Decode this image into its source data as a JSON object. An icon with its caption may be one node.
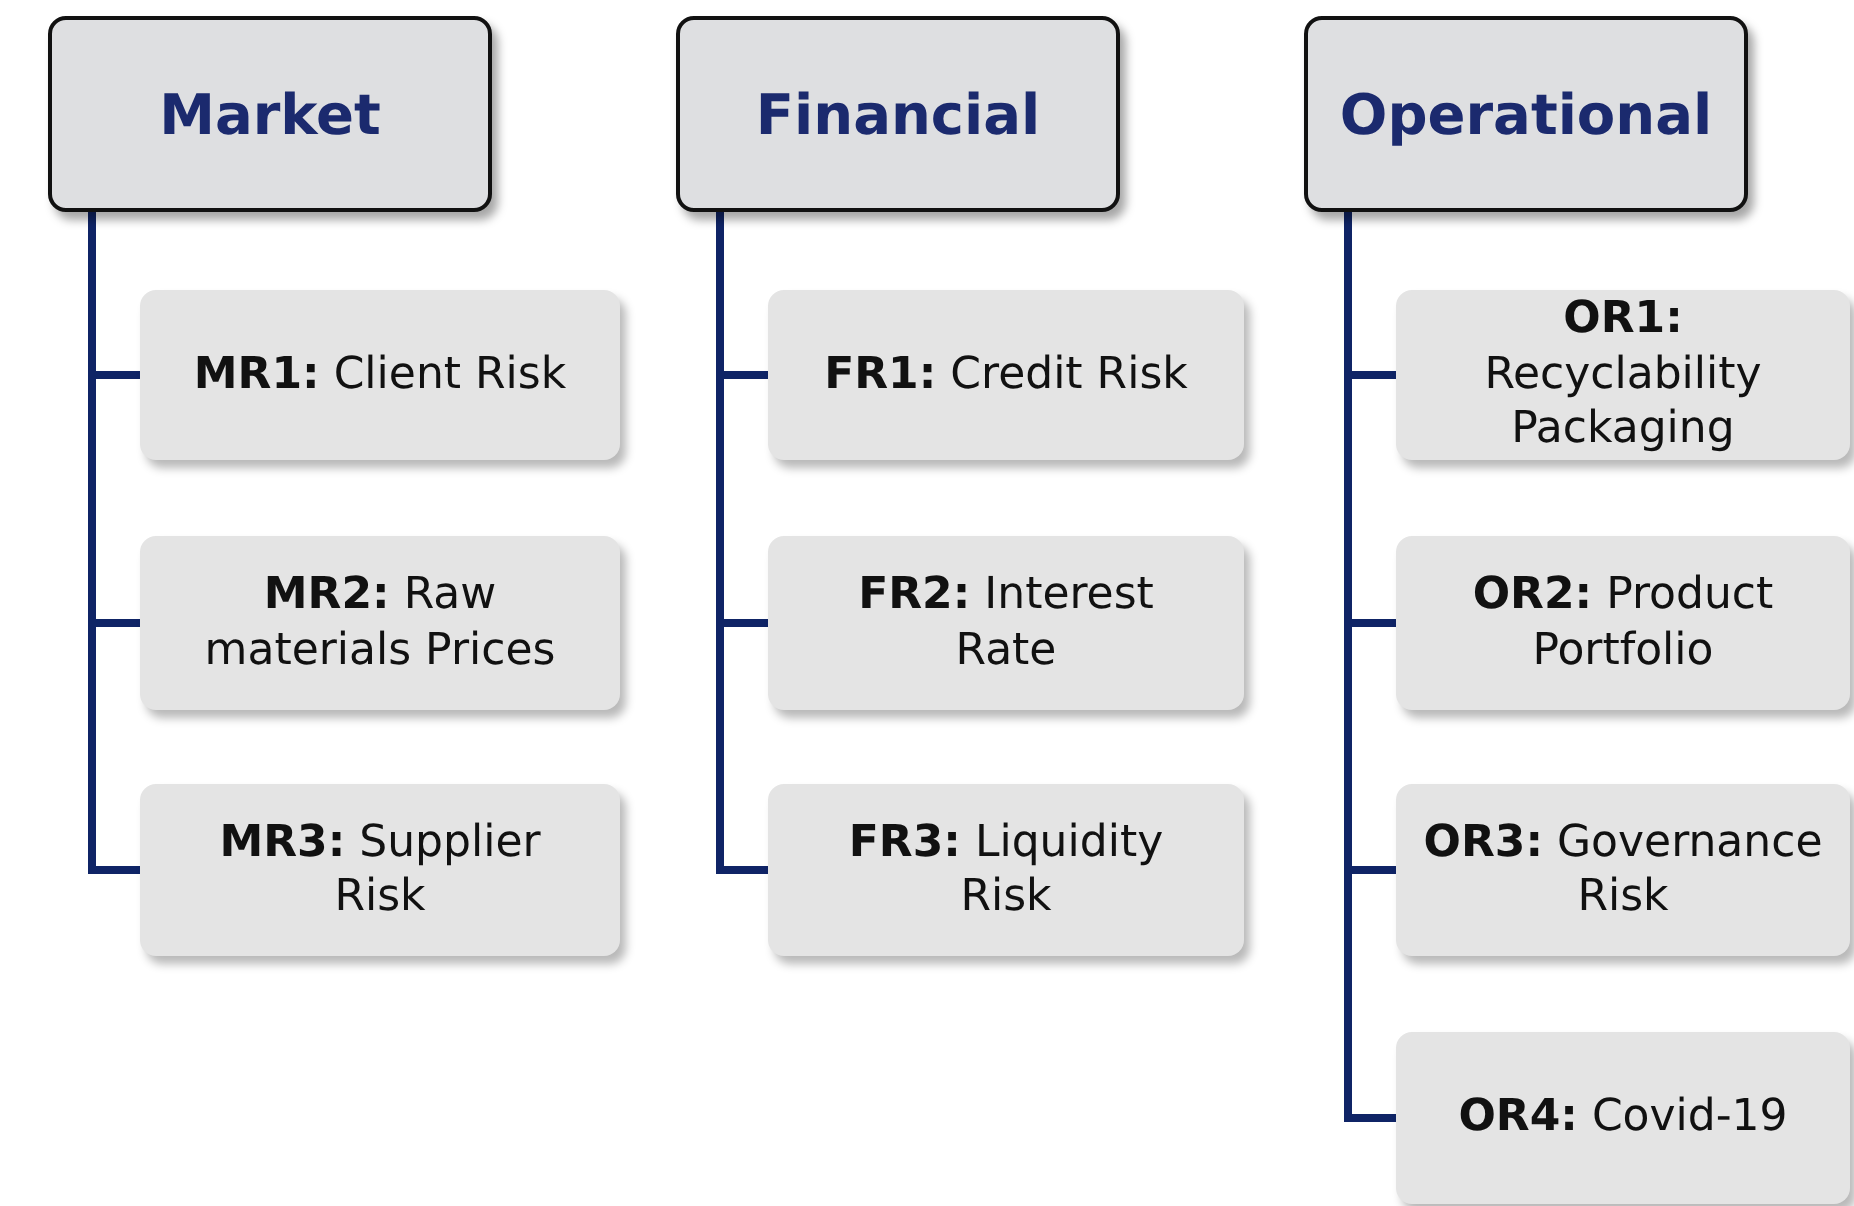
{
  "diagram": {
    "nodes": [
      {
        "text": [
          "Market"
        ]
      },
      {
        "text": [
          "**MR1:** Client Risk"
        ]
      },
      {
        "text": [
          "**MR2:** Raw materials Prices"
        ]
      },
      {
        "text": [
          "**MR3:** Supplier Risk"
        ]
      },
      {
        "text": [
          "Financial"
        ]
      },
      {
        "text": [
          "**FR1:** Credit Risk"
        ]
      },
      {
        "text": [
          "**FR2:** Interest Rate"
        ]
      },
      {
        "text": [
          "**FR3:** Liquidity Risk"
        ]
      },
      {
        "text": [
          "Operational"
        ]
      },
      {
        "text": [
          "**OR1:** Recyclability Packaging"
        ]
      },
      {
        "text": [
          "**OR2:** Product Portfolio"
        ]
      },
      {
        "text": [
          "**OR3:** Governance Risk"
        ]
      },
      {
        "text": [
          "**OR4:** Covid-19"
        ]
      }
    ],
    "edges": [
      {
        "from": 0,
        "to": 1,
        "arrow": "none"
      },
      {
        "from": 0,
        "to": 2,
        "arrow": "none"
      },
      {
        "from": 0,
        "to": 3,
        "arrow": "none"
      },
      {
        "from": 4,
        "to": 5,
        "arrow": "none"
      },
      {
        "from": 4,
        "to": 6,
        "arrow": "none"
      },
      {
        "from": 4,
        "to": 7,
        "arrow": "none"
      },
      {
        "from": 8,
        "to": 9,
        "arrow": "none"
      },
      {
        "from": 8,
        "to": 10,
        "arrow": "none"
      },
      {
        "from": 8,
        "to": 11,
        "arrow": "none"
      },
      {
        "from": 8,
        "to": 12,
        "arrow": "none"
      }
    ]
  }
}
